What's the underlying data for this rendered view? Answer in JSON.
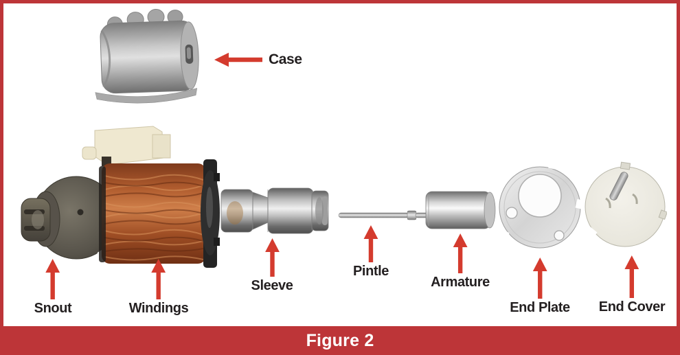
{
  "figure": {
    "caption": "Figure 2",
    "colors": {
      "frame_red": "#bd3538",
      "arrow_red": "#d43b2e",
      "label_color": "#231f20"
    }
  },
  "parts": {
    "case": {
      "label": "Case"
    },
    "snout": {
      "label": "Snout"
    },
    "windings": {
      "label": "Windings"
    },
    "sleeve": {
      "label": "Sleeve"
    },
    "pintle": {
      "label": "Pintle"
    },
    "armature": {
      "label": "Armature"
    },
    "end_plate": {
      "label": "End Plate"
    },
    "end_cover": {
      "label": "End Cover"
    }
  }
}
